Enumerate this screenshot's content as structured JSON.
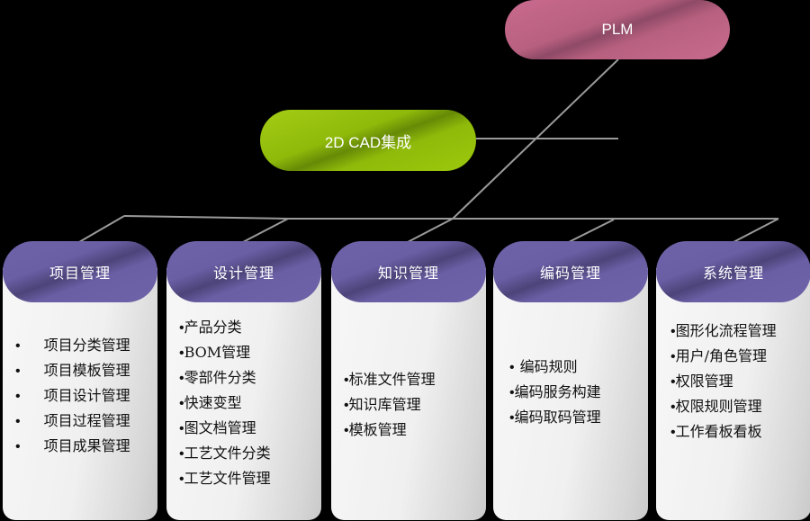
{
  "diagram": {
    "root": {
      "label": "PLM",
      "color": "#c0668a"
    },
    "integration": {
      "label": "2D CAD集成",
      "color": "#96c30d"
    },
    "modules_color": "#6a5ea4",
    "modules": [
      {
        "label": "项目管理",
        "bullet": "•",
        "items": [
          "项目分类管理",
          "项目模板管理",
          "项目设计管理",
          "项目过程管理",
          "项目成果管理"
        ]
      },
      {
        "label": "设计管理",
        "bullet": "•",
        "items": [
          "产品分类",
          "BOM管理",
          "零部件分类",
          "快速变型",
          "图文档管理",
          "工艺文件分类",
          "工艺文件管理"
        ]
      },
      {
        "label": "知识管理",
        "bullet": "•",
        "items": [
          "标准文件管理",
          "知识库管理",
          "模板管理"
        ]
      },
      {
        "label": "编码管理",
        "bullet": "•",
        "items": [
          "编码规则",
          "编码服务构建",
          "编码取码管理"
        ]
      },
      {
        "label": "系统管理",
        "bullet": "•",
        "items": [
          "图形化流程管理",
          "用户/角色管理",
          "权限管理",
          "权限规则管理",
          "工作看板看板"
        ]
      }
    ]
  }
}
